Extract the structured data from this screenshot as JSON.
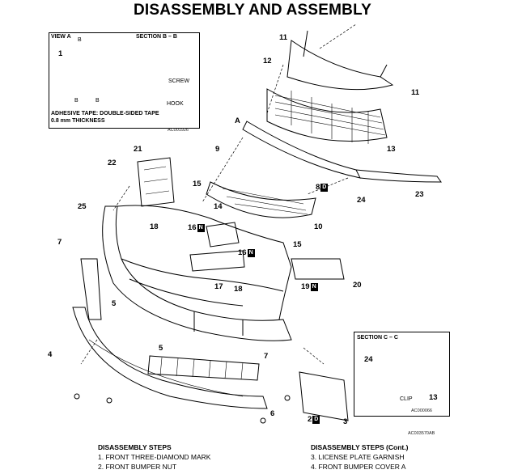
{
  "title": "DISASSEMBLY AND ASSEMBLY",
  "view_a_box": {
    "view_label": "VIEW A",
    "section_label": "SECTION B – B",
    "b_marks": [
      "B",
      "B",
      "B"
    ],
    "part_number": "1",
    "screw_label": "SCREW",
    "hook_label": "HOOK",
    "tape_line1": "ADHESIVE TAPE: DOUBLE-SIDED TAPE",
    "tape_line2": "0.8 mm THICKNESS",
    "code": "AC001926"
  },
  "section_c_box": {
    "section_label": "SECTION C – C",
    "part_24": "24",
    "clip_label": "CLIP",
    "part_13": "13",
    "code": "AC000066"
  },
  "callouts": {
    "c11a": "11",
    "c11b": "11",
    "c12": "12",
    "c13": "13",
    "cA": "A",
    "c9": "9",
    "c21": "21",
    "c22": "22",
    "c15a": "15",
    "c15b": "15",
    "c24": "24",
    "c23": "23",
    "c25": "25",
    "c14": "14",
    "c10": "10",
    "c16a": "16",
    "c16b": "16",
    "c18a": "18",
    "c18b": "18",
    "c17": "17",
    "c19": "19",
    "c20": "20",
    "c7a": "7",
    "c7b": "7",
    "c5a": "5",
    "c5b": "5",
    "c4": "4",
    "c6": "6",
    "c2": "2",
    "c3": "3",
    "c8": "8"
  },
  "flag_mark": "N",
  "flag_mark_d": "D",
  "figure_code": "AC003570AB",
  "steps": {
    "left_header": "DISASSEMBLY STEPS",
    "left_items": [
      "1.   FRONT THREE-DIAMOND MARK",
      "2.   FRONT BUMPER NUT"
    ],
    "right_header": "DISASSEMBLY STEPS (Cont.)",
    "right_items": [
      "3.   LICENSE PLATE GARNISH",
      "4.   FRONT BUMPER COVER A"
    ]
  }
}
